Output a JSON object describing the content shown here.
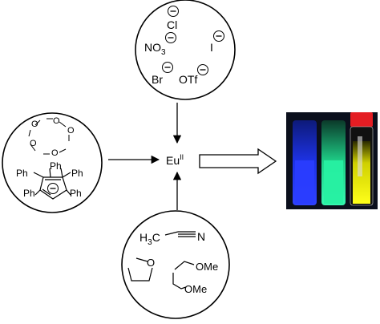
{
  "center": {
    "metal": "Eu",
    "oxidation_state": "II"
  },
  "anions": {
    "cl": "Cl",
    "no3_main": "NO",
    "no3_sub": "3",
    "iodide": "I",
    "br": "Br",
    "otf": "OTf",
    "charge_symbol": "−"
  },
  "crown_ligand": {
    "o_labels": [
      "O",
      "O",
      "O",
      "O",
      "O"
    ],
    "substituents": [
      "Ph",
      "Ph",
      "Ph",
      "Ph",
      "Ph"
    ],
    "charge_symbol": "−"
  },
  "solvents": {
    "acetonitrile_prefix": "H",
    "acetonitrile_sub": "3",
    "acetonitrile_c": "C",
    "acetonitrile_n": "N",
    "thf_o": "O",
    "dme_ome_top": "OMe",
    "dme_ome_bottom": "OMe"
  },
  "vials": {
    "colors": {
      "blue": "#2a3dff",
      "green": "#27f0a2",
      "yellow": "#f5f400",
      "cap": "#e41d23",
      "background": "#0b0f1c"
    }
  }
}
